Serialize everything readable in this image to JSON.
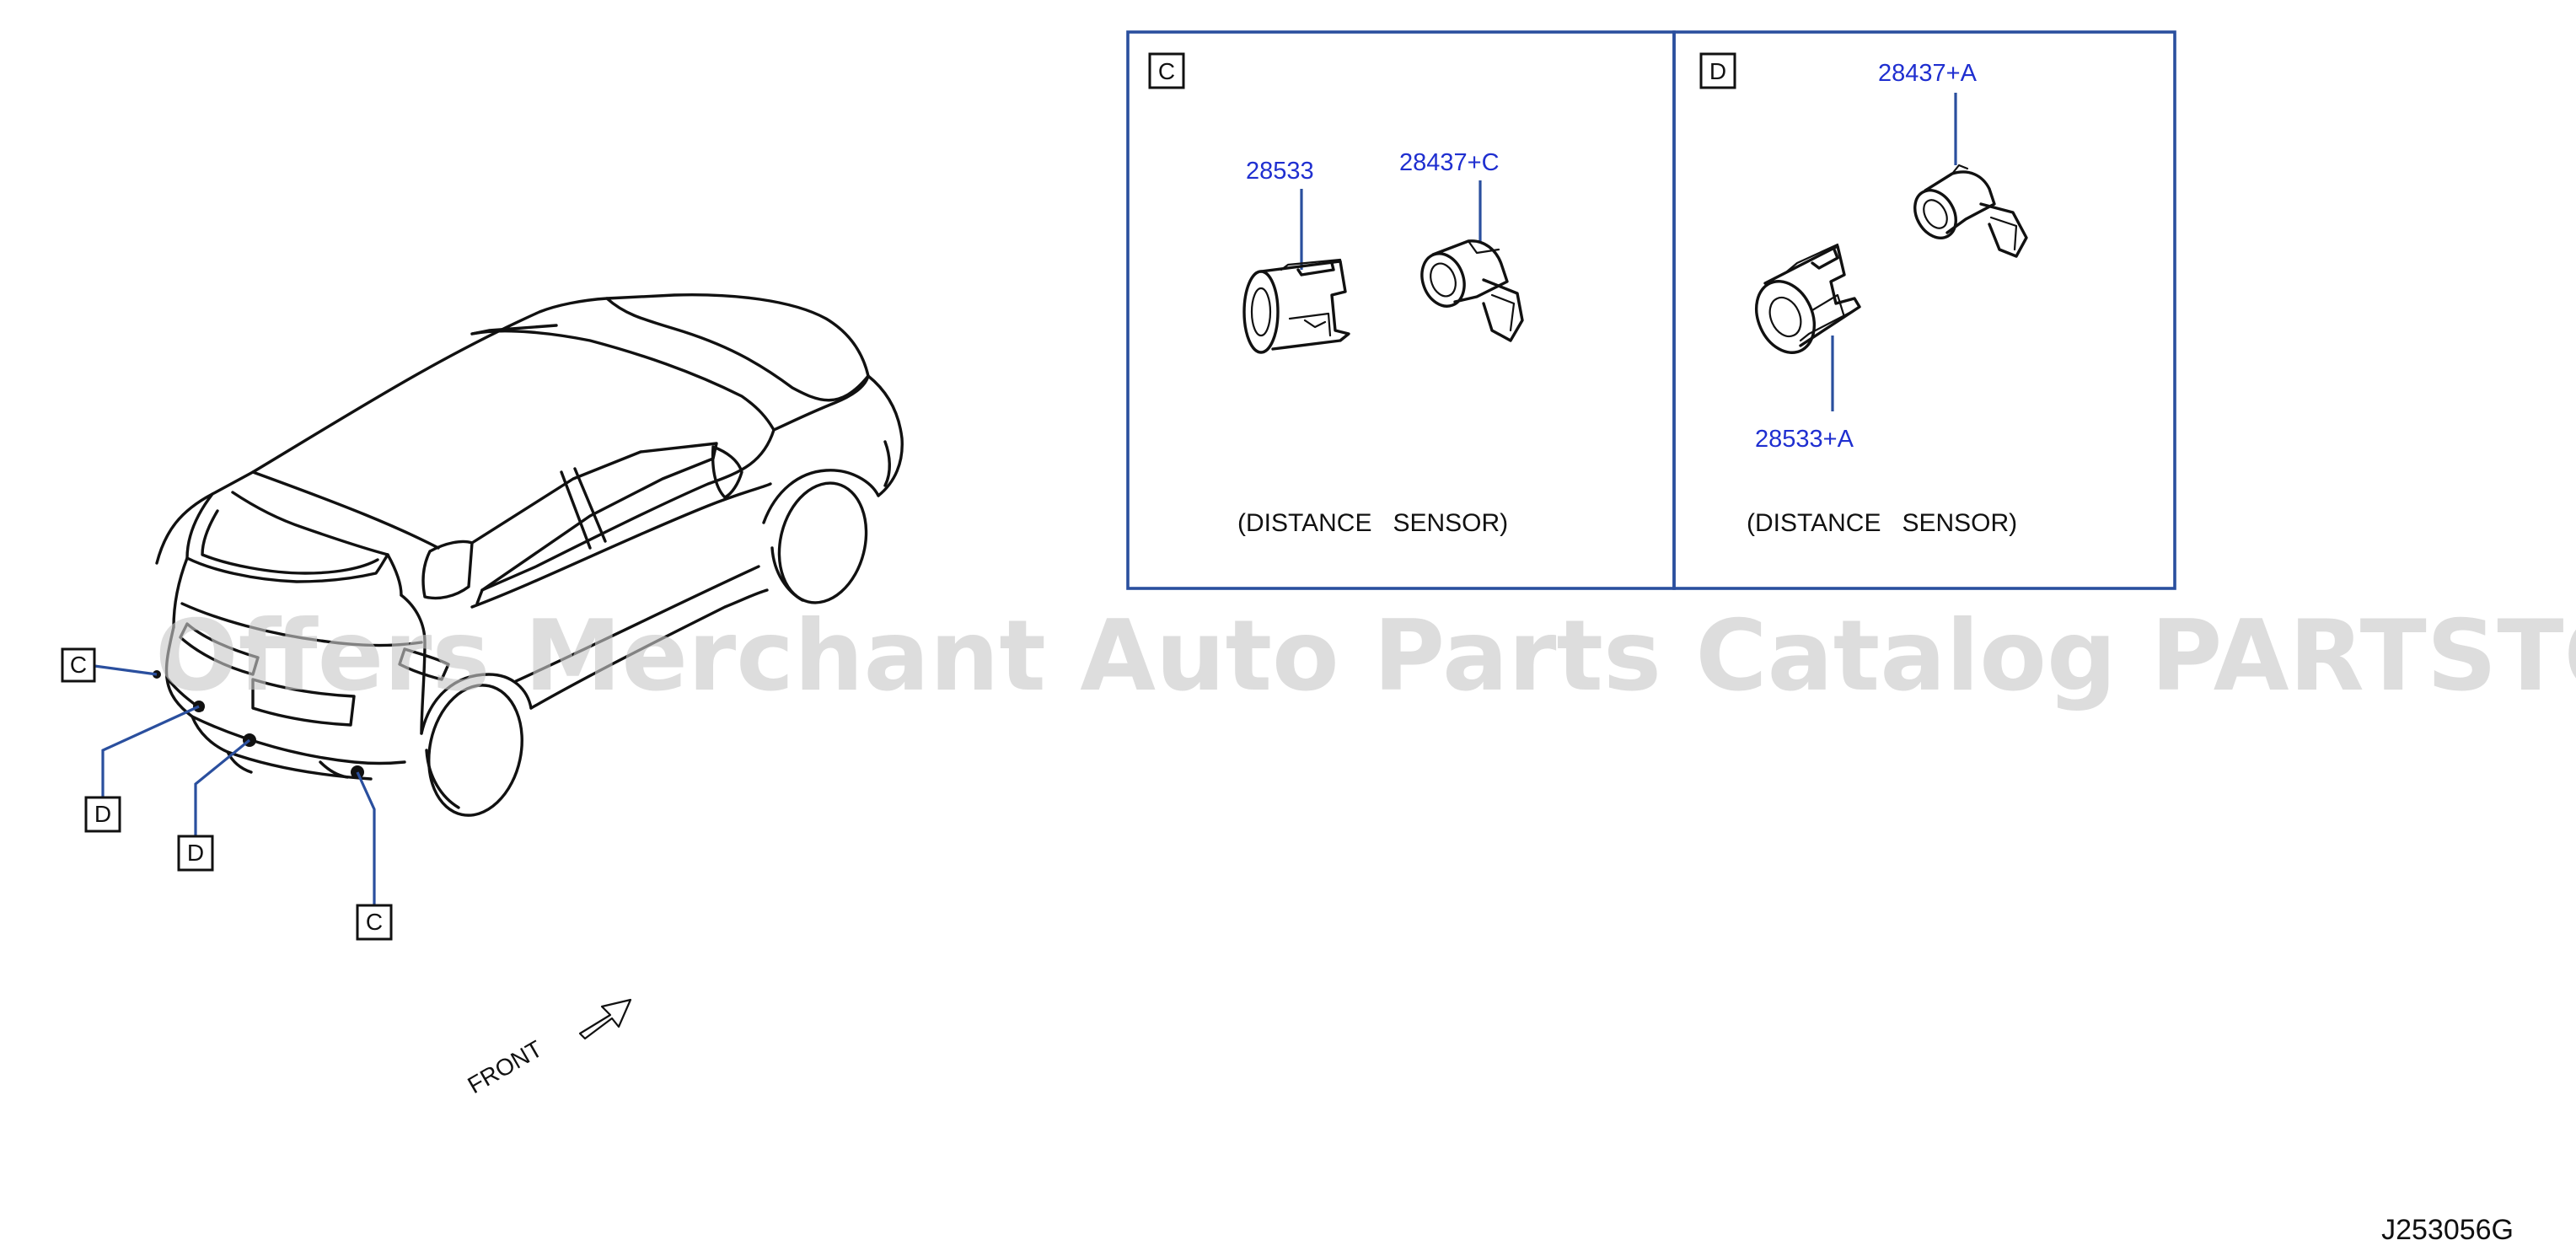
{
  "callouts": {
    "frame_c": "C",
    "frame_d": "D",
    "car_c_left": "C",
    "car_d_first": "D",
    "car_d_second": "D",
    "car_c_right": "C"
  },
  "frame_c": {
    "parts": [
      "28533",
      "28437+C"
    ],
    "caption": "(DISTANCE   SENSOR)"
  },
  "frame_d": {
    "parts": [
      "28437+A",
      "28533+A"
    ],
    "caption": "(DISTANCE   SENSOR)"
  },
  "front_label": "FRONT",
  "diagram_id": "J253056G",
  "watermark": "Offers Merchant Auto Parts Catalog PARTSTORE.SA",
  "colors": {
    "part_number": "#1f2fd0",
    "frame_and_leaders": "#2a4f9e",
    "linework": "#111111",
    "watermark": "#c8c8c8"
  }
}
